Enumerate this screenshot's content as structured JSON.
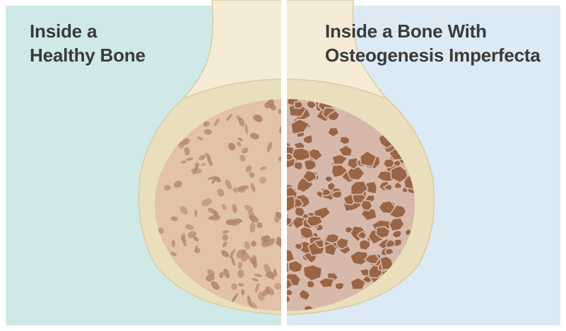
{
  "panels": {
    "healthy": {
      "title_line1": "Inside a",
      "title_line2": "Healthy Bone",
      "background_color": "#cfe9e8",
      "marrow_color": "#e2c3a8",
      "pore_color": "#b2846a"
    },
    "oi": {
      "title_line1": "Inside a Bone With",
      "title_line2": "Osteogenesis Imperfecta",
      "background_color": "#dceaf5",
      "marrow_color": "#d7b9ac",
      "pore_color": "#9a6545"
    }
  },
  "colors": {
    "bone_shaft": "#f6ecd6",
    "bone_outline": "#d9cba2",
    "bone_cortex": "#eadfbc",
    "divider": "#ffffff"
  }
}
